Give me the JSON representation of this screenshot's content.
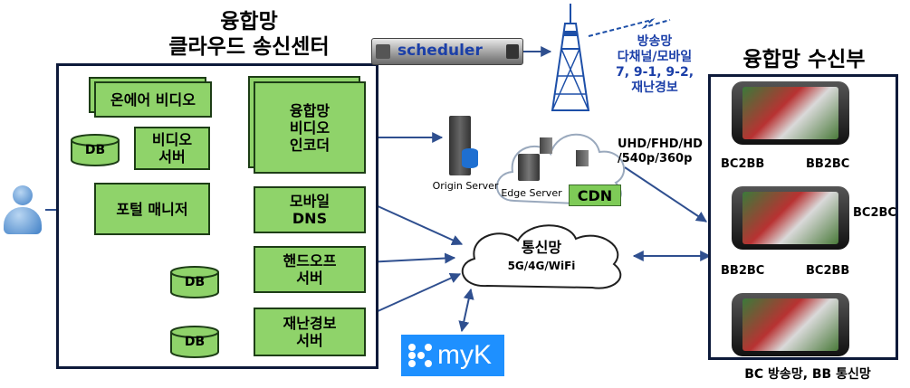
{
  "left_title": [
    "융합망",
    "클라우드 송신센터"
  ],
  "right_title": "융합망 수신부",
  "boxes": {
    "onair": "온에어 비디오",
    "video_server": [
      "비디오",
      "서버"
    ],
    "portal": "포털 매니저",
    "encoder": [
      "융합망",
      "비디오",
      "인코더"
    ],
    "mobile_dns": [
      "모바일",
      "DNS"
    ],
    "handoff": [
      "핸드오프",
      "서버"
    ],
    "disaster": [
      "재난경보",
      "서버"
    ]
  },
  "db_label": "DB",
  "scheduler": "scheduler",
  "broadcast_text": [
    "방송망",
    "다채널/모바일",
    "7, 9-1, 9-2,",
    "재난경보"
  ],
  "origin_server": "Origin Server",
  "edge_server": "Edge Server",
  "cdn": "CDN",
  "resolutions": [
    "UHD/FHD/HD",
    "/540p/360p"
  ],
  "telecom": [
    "통신망",
    "5G/4G/WiFi"
  ],
  "myk": "myK",
  "receiver_labels": {
    "bc2bb_top": "BC2BB",
    "bb2bc_top": "BB2BC",
    "bc2bc": "BC2BC",
    "bb2bc_bottom": "BB2BC",
    "bc2bb_bottom": "BC2BB"
  },
  "footnote": "BC 방송망, BB 통신망",
  "colors": {
    "box_green": "#8fd36a",
    "arrow_blue": "#2f4f8f",
    "frame_dark": "#0d1a3a",
    "myk_blue": "#1e90ff",
    "cdn_green": "#7ecb57"
  }
}
